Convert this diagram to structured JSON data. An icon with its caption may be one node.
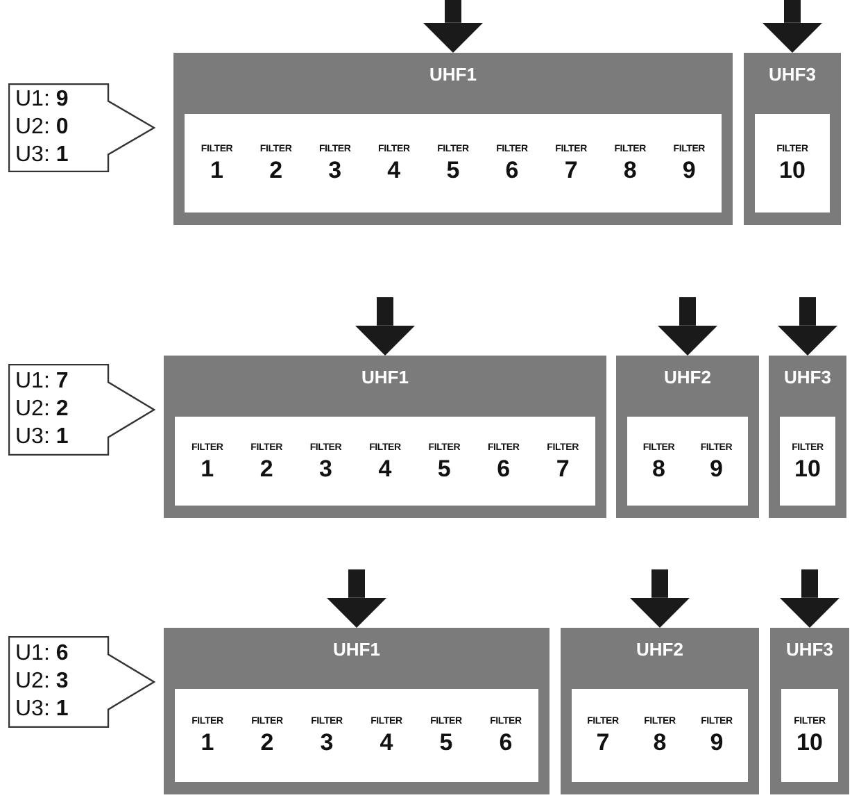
{
  "diagram": {
    "nodes": [
      {
        "text": [
          "U1: **9**",
          "U2: **0**",
          "U3: **1**"
        ]
      },
      {
        "text": [
          "UHF1"
        ]
      },
      {
        "text": [],
        "shape": "box",
        "in": 1
      },
      {
        "text": [
          "FILTER 1"
        ],
        "in": 2
      },
      {
        "text": [
          "FILTER 2"
        ],
        "in": 2
      },
      {
        "text": [
          "FILTER 3"
        ],
        "in": 2
      },
      {
        "text": [
          "FILTER 4"
        ],
        "in": 2
      },
      {
        "text": [
          "FILTER 5"
        ],
        "in": 2
      },
      {
        "text": [
          "FILTER 6"
        ],
        "in": 2
      },
      {
        "text": [
          "FILTER 7"
        ],
        "in": 2
      },
      {
        "text": [
          "FILTER 8"
        ],
        "in": 2
      },
      {
        "text": [
          "FILTER 9"
        ],
        "in": 2
      },
      {
        "text": [
          "UHF3"
        ]
      },
      {
        "text": [],
        "shape": "box",
        "in": 12
      },
      {
        "text": [
          "FILTER 10"
        ],
        "in": 13
      },
      {
        "text": [
          "U1: **7**",
          "U2: **2**",
          "U3: **1**"
        ]
      },
      {
        "text": [
          "UHF1"
        ]
      },
      {
        "text": [],
        "shape": "box",
        "in": 16
      },
      {
        "text": [
          "FILTER 1"
        ],
        "in": 17
      },
      {
        "text": [
          "FILTER 2"
        ],
        "in": 17
      },
      {
        "text": [
          "FILTER 3"
        ],
        "in": 17
      },
      {
        "text": [
          "FILTER 4"
        ],
        "in": 17
      },
      {
        "text": [
          "FILTER 5"
        ],
        "in": 17
      },
      {
        "text": [
          "FILTER 6"
        ],
        "in": 17
      },
      {
        "text": [
          "FILTER 7"
        ],
        "in": 17
      },
      {
        "text": [
          "UHF2"
        ]
      },
      {
        "text": [],
        "shape": "box",
        "in": 25
      },
      {
        "text": [
          "FILTER 8"
        ],
        "in": 26
      },
      {
        "text": [
          "FILTER 9"
        ],
        "in": 26
      },
      {
        "text": [
          "UHF3"
        ]
      },
      {
        "text": [],
        "shape": "box",
        "in": 29
      },
      {
        "text": [
          "FILTER 10"
        ],
        "in": 30
      },
      {
        "text": [
          "U1: **6**",
          "U2: **3**",
          "U3: **1**"
        ]
      },
      {
        "text": [
          "UHF1"
        ]
      },
      {
        "text": [],
        "shape": "box",
        "in": 33
      },
      {
        "text": [
          "FILTER 1"
        ],
        "in": 34
      },
      {
        "text": [
          "FILTER 2"
        ],
        "in": 34
      },
      {
        "text": [
          "FILTER 3"
        ],
        "in": 34
      },
      {
        "text": [
          "FILTER 4"
        ],
        "in": 34
      },
      {
        "text": [
          "FILTER 5"
        ],
        "in": 34
      },
      {
        "text": [
          "FILTER 6"
        ],
        "in": 34
      },
      {
        "text": [
          "UHF2"
        ]
      },
      {
        "text": [],
        "shape": "box",
        "in": 41
      },
      {
        "text": [
          "FILTER 7"
        ],
        "in": 42
      },
      {
        "text": [
          "FILTER 8"
        ],
        "in": 42
      },
      {
        "text": [
          "FILTER 9"
        ],
        "in": 42
      },
      {
        "text": [
          "UHF3"
        ]
      },
      {
        "text": [],
        "shape": "box",
        "in": 46
      },
      {
        "text": [
          "FILTER 10"
        ],
        "in": 47
      }
    ],
    "edges": [
      {
        "from": null,
        "to": 1,
        "arrow": "to"
      },
      {
        "from": null,
        "to": 12,
        "arrow": "to"
      },
      {
        "from": null,
        "to": 16,
        "arrow": "to"
      },
      {
        "from": null,
        "to": 25,
        "arrow": "to"
      },
      {
        "from": null,
        "to": 29,
        "arrow": "to"
      },
      {
        "from": null,
        "to": 33,
        "arrow": "to"
      },
      {
        "from": null,
        "to": 41,
        "arrow": "to"
      },
      {
        "from": null,
        "to": 46,
        "arrow": "to"
      }
    ]
  }
}
